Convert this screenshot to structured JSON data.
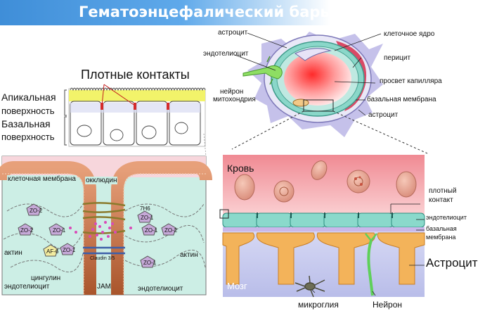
{
  "title": "Гематоэнцефалический барьер",
  "capillary": {
    "astrocyte_top": "астроцит",
    "nucleus": "клеточное ядро",
    "endothelial": "эндотелиоцит",
    "pericyte": "перицит",
    "neuron": "нейрон",
    "mitochondria": "митохондрия",
    "lumen": "просвет капилляра",
    "basal_membrane": "базальная мембрана",
    "astrocyte_bottom": "астроцит"
  },
  "tight_panel": {
    "heading": "Плотные контакты",
    "apical_1": "Апикальная",
    "apical_2": "поверхность",
    "basal_1": "Базальная",
    "basal_2": "поверхность"
  },
  "molecular": {
    "cell_membrane": "клеточная мембрана",
    "occludin": "окклюдин",
    "actin_left": "актин",
    "actin_right": "актин",
    "cingulin": "цингулин",
    "jam": "JAM",
    "endo_left": "эндотелиоцит",
    "endo_right": "эндотелиоцит",
    "claudin": "Claudin 3/5",
    "proteins": [
      "ZO-2",
      "ZO-1",
      "ZO-2",
      "ZO-1",
      "AF-6",
      "ZO-1",
      "7H6",
      "ZO-1",
      "ZO-2",
      "ZO-1"
    ]
  },
  "barrier": {
    "blood": "Кровь",
    "brain": "Мозг",
    "tight_1": "плотный",
    "tight_2": "контакт",
    "endothelial": "эндотелиоцит",
    "basal_1": "базальная",
    "basal_2": "мембрана",
    "astrocyte": "Астроцит",
    "microglia": "микроглия",
    "neuron": "Нейрон"
  },
  "colors": {
    "title_bg": "#4a9ae0",
    "blood": "#f3a9ae",
    "brain": "#c9ccef",
    "astrocyte": "#f4b45a",
    "endothelium": "#7fd3c6",
    "membrane": "#c66a3c"
  }
}
